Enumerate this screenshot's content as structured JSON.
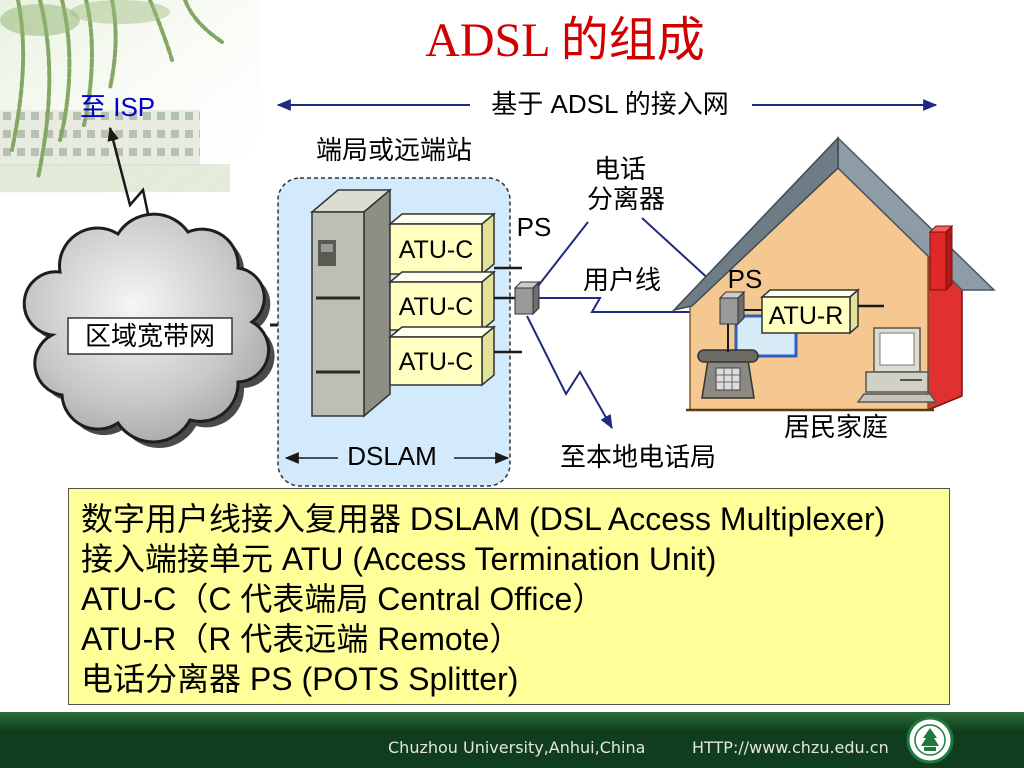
{
  "slide": {
    "title": "ADSL 的组成"
  },
  "colors": {
    "title": "#d00000",
    "isp_label": "#0000cc",
    "connector_navy": "#1f2a80",
    "dslam_area": "#d2eafb",
    "atu_box": "#ffffc0",
    "note_box": "#ffff99",
    "footer_band": "#0f3d1e",
    "footer_text": "#e6e6d6",
    "house_wall": "#f5c892",
    "house_side": "#e03030",
    "roof": "#8e9ca6"
  },
  "icons": {
    "decoration": "willow-tree-image",
    "network": "cloud-shape",
    "dslam": "dslam-cabinet-icon",
    "splitter": "splitter-cube-icon",
    "home": "house-icon",
    "phone": "telephone-icon",
    "pc": "computer-icon",
    "logo": "university-seal-icon"
  },
  "diagram": {
    "to_isp": "至 ISP",
    "access_network": "基于 ADSL 的接入网",
    "central_office": "端局或远端站",
    "splitter_caption": [
      "电话",
      "分离器"
    ],
    "ps_left": "PS",
    "ps_right": "PS",
    "atu_c": [
      "ATU-C",
      "ATU-C",
      "ATU-C"
    ],
    "subscriber_line": "用户线",
    "atu_r": "ATU-R",
    "regional_network": "区域宽带网",
    "home": "居民家庭",
    "dslam": "DSLAM",
    "to_local_exchange": "至本地电话局"
  },
  "notes": {
    "lines": [
      "数字用户线接入复用器 DSLAM (DSL Access Multiplexer)",
      "接入端接单元 ATU (Access Termination Unit)",
      "ATU-C（C 代表端局 Central Office）",
      "ATU-R（R 代表远端 Remote）",
      "电话分离器 PS (POTS Splitter)"
    ]
  },
  "footer": {
    "university": "Chuzhou University,Anhui,China",
    "url": "HTTP://www.chzu.edu.cn"
  }
}
